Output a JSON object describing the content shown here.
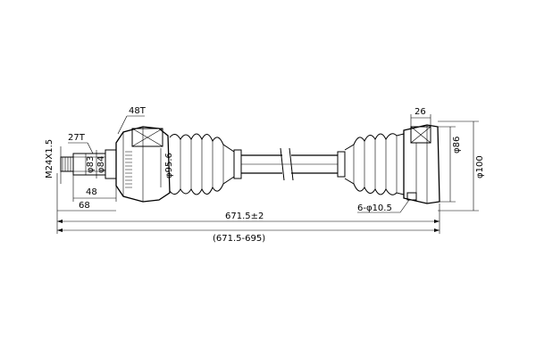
{
  "dimensions": {
    "thread": "M24X1.5",
    "spline_outer": "27T",
    "dia_outer_1": "φ83",
    "dia_outer_2": "φ84",
    "length_48": "48",
    "length_68": "68",
    "spline_outer_joint": "48T",
    "dia_95": "φ95.6",
    "inner_width": "26",
    "dia_86": "φ86",
    "dia_100": "φ100",
    "bolt_holes": "6-φ10.5",
    "total_length": "671.5±2",
    "length_range": "(671.5-695)"
  }
}
